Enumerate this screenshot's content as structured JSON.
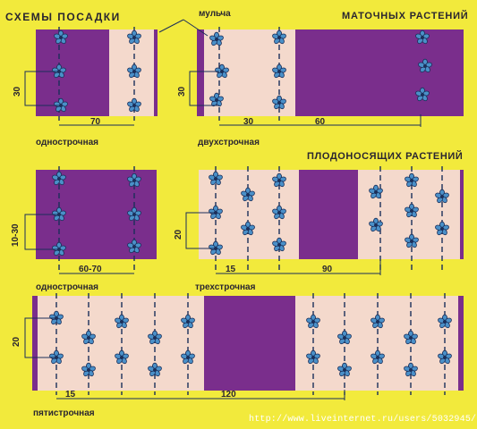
{
  "title": "СХЕМЫ ПОСАДКИ",
  "mulch_label": "мульча",
  "section_mother": "МАТОЧНЫХ РАСТЕНИЙ",
  "section_fruiting": "ПЛОДОНОСЯЩИХ РАСТЕНИЙ",
  "colors": {
    "background": "#f2ea3c",
    "mulch": "#7a2e8c",
    "soil": "#f4d9cc",
    "plant": "#4a90c8",
    "text": "#2a2630"
  },
  "schemes": [
    {
      "id": "mother-single",
      "caption": "однострочная",
      "dims": [
        "30",
        "70"
      ]
    },
    {
      "id": "mother-double",
      "caption": "двухстрочная",
      "dims": [
        "30",
        "30",
        "60"
      ]
    },
    {
      "id": "fruit-single",
      "caption": "однострочная",
      "dims": [
        "10-30",
        "60-70"
      ]
    },
    {
      "id": "fruit-triple",
      "caption": "трехстрочная",
      "dims": [
        "20",
        "15",
        "90"
      ]
    },
    {
      "id": "fruit-five",
      "caption": "пятистрочная",
      "dims": [
        "20",
        "15",
        "120"
      ]
    }
  ],
  "watermark": "http://www.liveinternet.ru/users/5032945/"
}
